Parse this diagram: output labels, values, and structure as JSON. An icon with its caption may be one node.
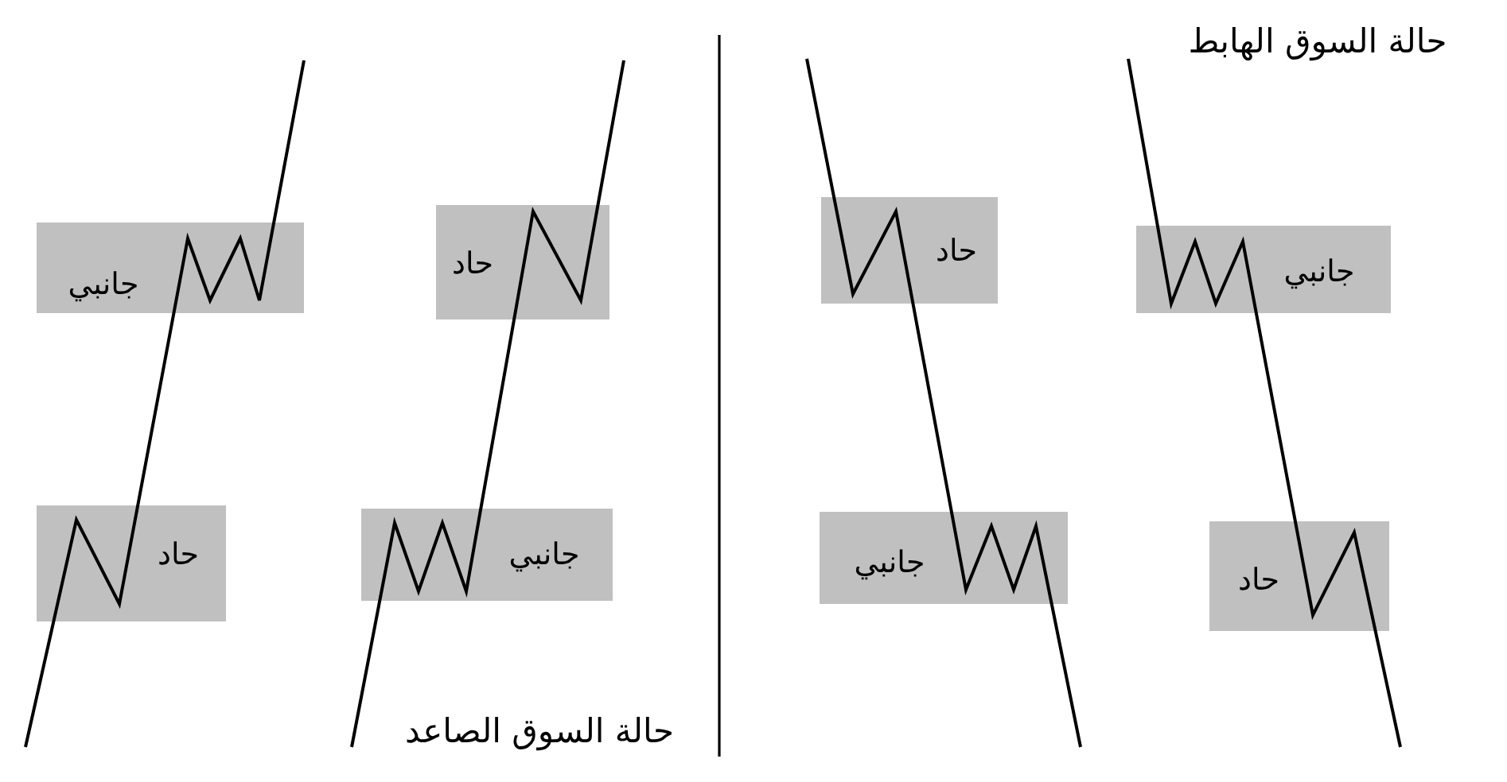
{
  "diagram": {
    "nodes": [
      {
        "text": [
          "جانبي"
        ]
      },
      {
        "text": [
          "حاد"
        ]
      },
      {
        "text": [
          "حاد"
        ]
      },
      {
        "text": [
          "جانبي"
        ]
      },
      {
        "text": [
          "حاد"
        ]
      },
      {
        "text": [
          "جانبي"
        ]
      },
      {
        "text": [
          "جانبي"
        ]
      },
      {
        "text": [
          "حاد"
        ]
      }
    ],
    "labels": [
      "حالة السوق الهابط",
      "حالة السوق الصاعد"
    ]
  }
}
